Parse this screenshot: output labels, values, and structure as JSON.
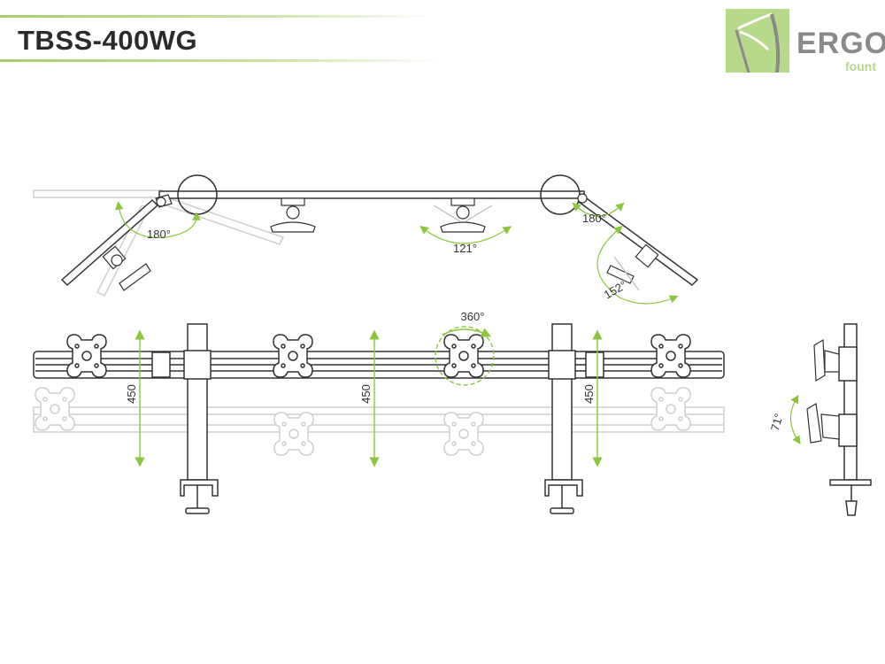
{
  "header": {
    "title": "TBSS-400WG",
    "logo": {
      "word": "ERGO",
      "sub": "fount",
      "box_color": "#b6d98a"
    }
  },
  "colors": {
    "accent_green": "#8cc63f",
    "line": "#333333",
    "ghost": "#cfcfcf"
  },
  "top_view": {
    "angle_left": "180°",
    "angle_center": "121°",
    "angle_right": "180°",
    "angle_right_lower": "152°"
  },
  "front_view": {
    "rotation": "360°",
    "height_left": "450",
    "height_center": "450",
    "height_right": "450"
  },
  "side_view": {
    "tilt": "71°"
  }
}
